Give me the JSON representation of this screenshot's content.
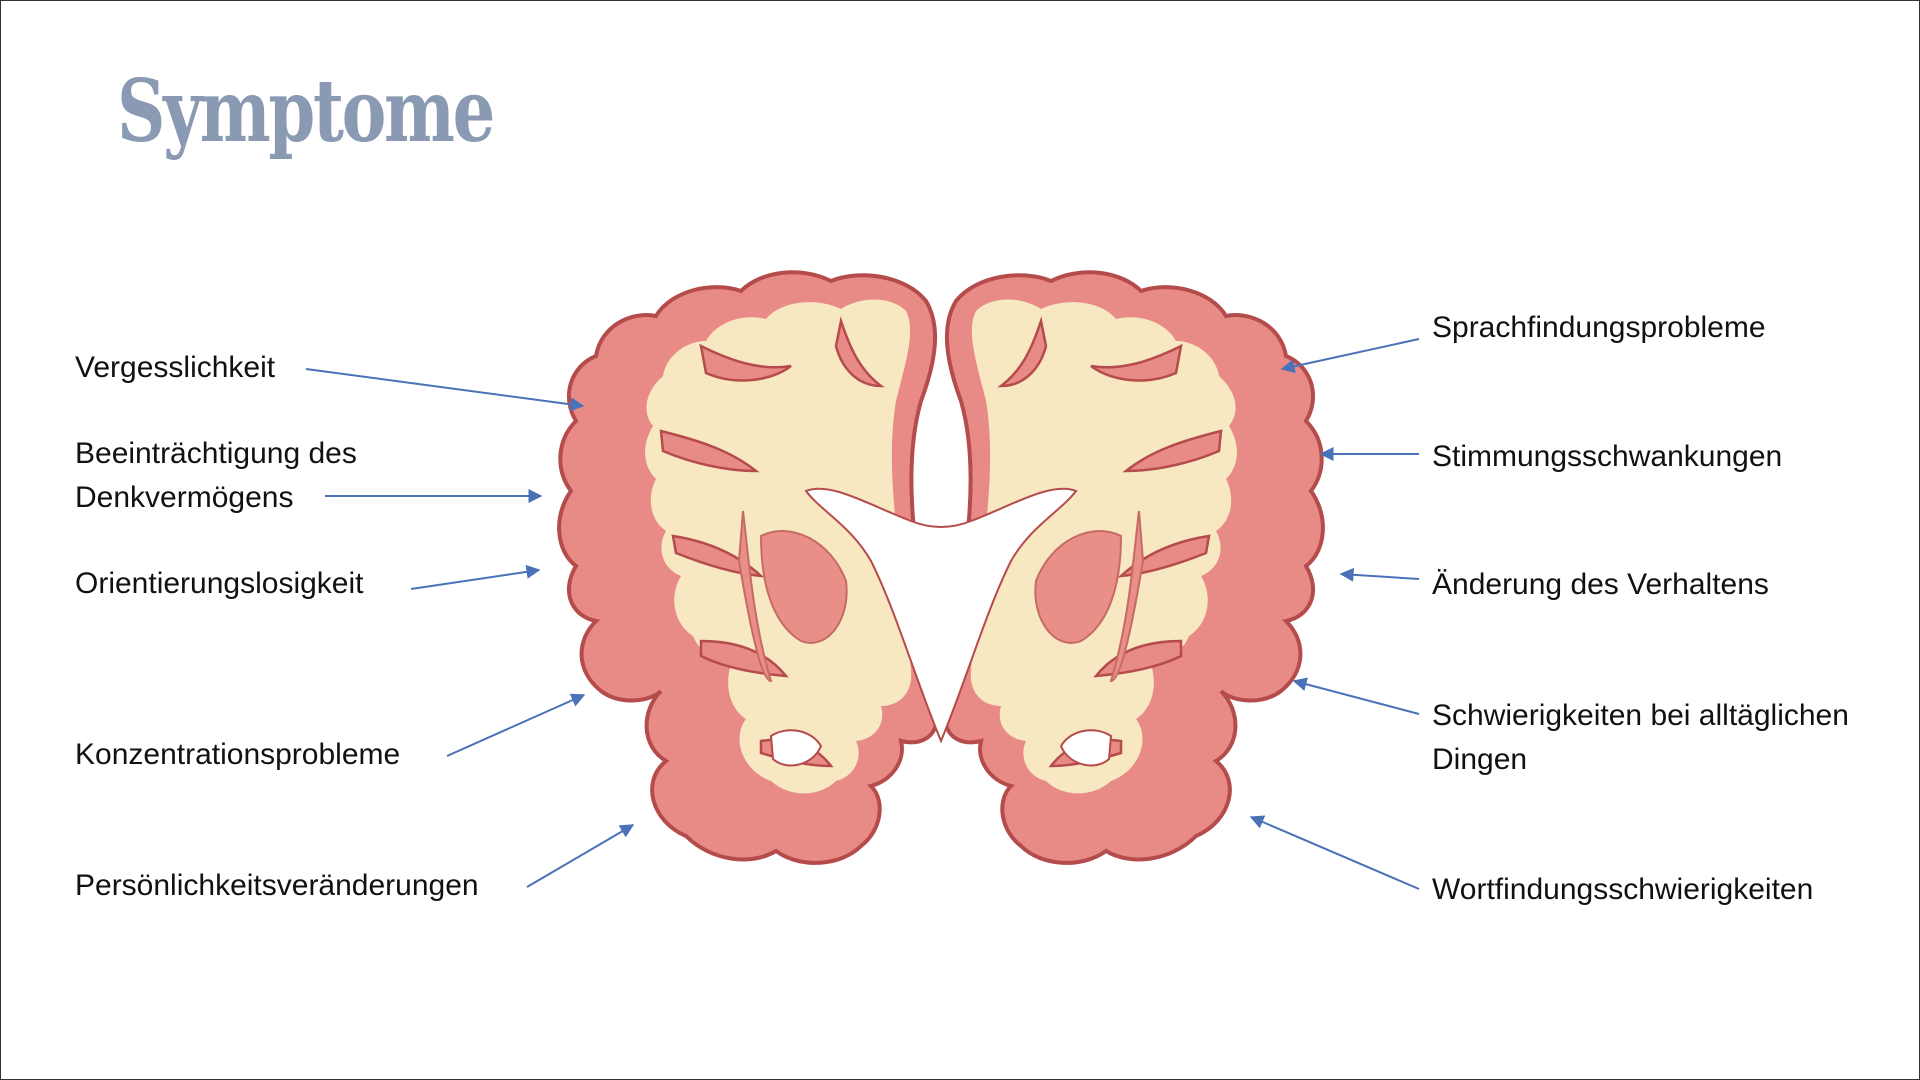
{
  "slide": {
    "title": "Symptome"
  },
  "colors": {
    "title": "#8a9ab3",
    "arrow": "#4a72b8",
    "cortex": "#e88a86",
    "cortex_edge": "#b54b4b",
    "white_matter": "#f8e8c2"
  },
  "labels_left": [
    {
      "text": "Vergesslichkeit"
    },
    {
      "text": "Beeinträchtigung des"
    },
    {
      "text": "Denkvermögens"
    },
    {
      "text": "Orientierungslosigkeit"
    },
    {
      "text": "Konzentrationsprobleme"
    },
    {
      "text": "Persönlichkeitsveränderungen"
    }
  ],
  "labels_right": [
    {
      "text": "Sprachfindungsprobleme"
    },
    {
      "text": "Stimmungsschwankungen"
    },
    {
      "text": "Änderung des Verhaltens"
    },
    {
      "text": "Schwierigkeiten bei alltäglichen"
    },
    {
      "text": "Dingen"
    },
    {
      "text": "Wortfindungsschwierigkeiten"
    }
  ]
}
